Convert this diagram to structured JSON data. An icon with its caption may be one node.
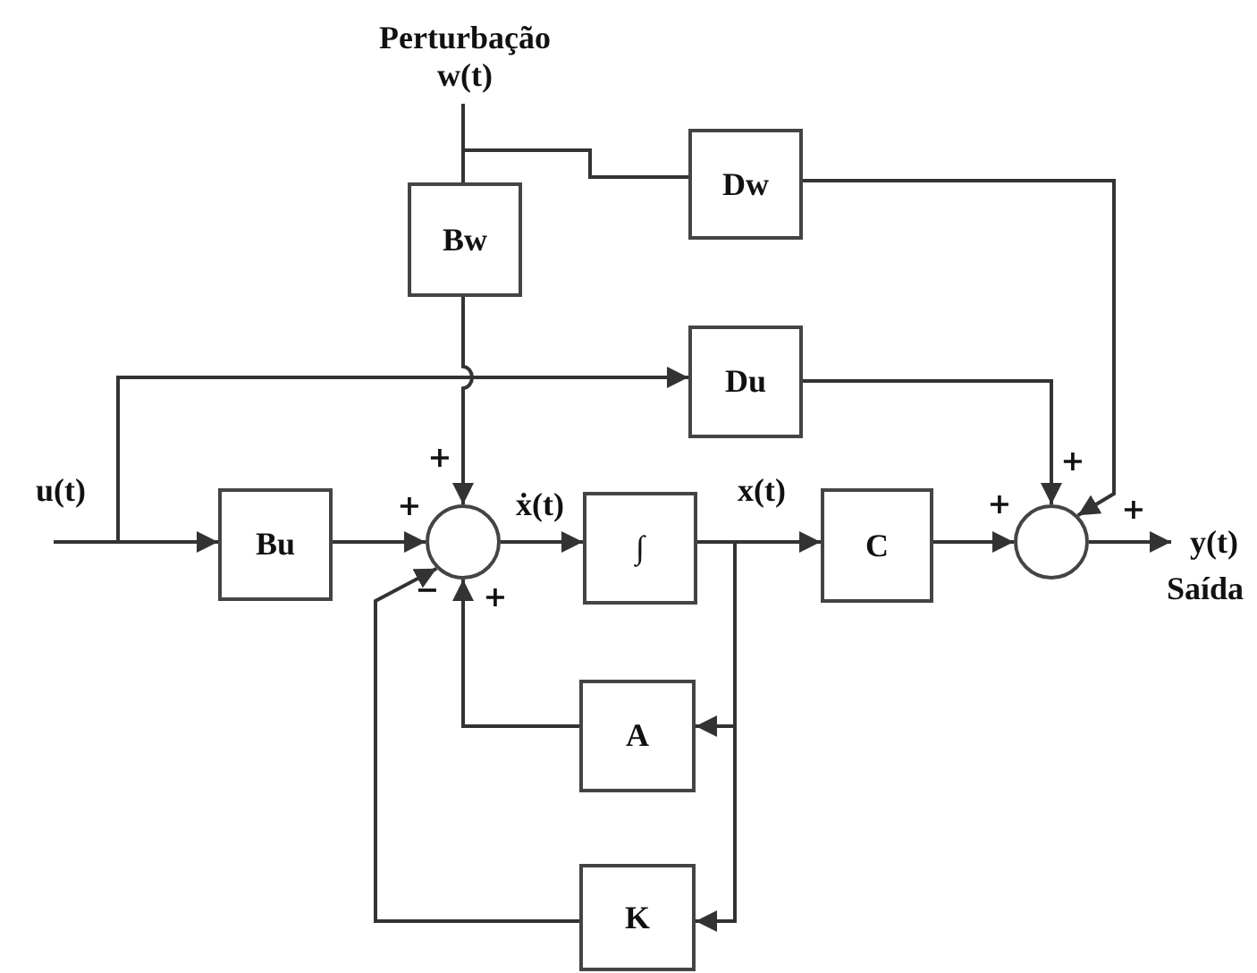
{
  "diagram": {
    "nodes": [
      {
        "text": [
          "Perturbação",
          "w(t)"
        ]
      },
      {
        "text": [
          "Dw"
        ]
      },
      {
        "text": [
          "Bw"
        ]
      },
      {
        "text": [
          "Du"
        ]
      },
      {
        "text": [
          "u(t)"
        ]
      },
      {
        "text": [
          "Bu"
        ]
      },
      {
        "text": [],
        "shape": "circle"
      },
      {
        "text": [
          "∫"
        ]
      },
      {
        "text": [
          "C"
        ]
      },
      {
        "text": [],
        "shape": "circle"
      },
      {
        "text": [
          "y(t)"
        ]
      },
      {
        "text": [
          "A"
        ]
      },
      {
        "text": [
          "K"
        ]
      }
    ],
    "edges": [
      {
        "from": 0,
        "to": 2,
        "arrow": "none"
      },
      {
        "from": 0,
        "to": 1,
        "arrow": "none"
      },
      {
        "from": 2,
        "to": 6,
        "arrow": "to"
      },
      {
        "from": 4,
        "to": 5,
        "arrow": "to"
      },
      {
        "from": 4,
        "to": 3,
        "arrow": "to"
      },
      {
        "from": 5,
        "to": 6,
        "arrow": "to"
      },
      {
        "from": 6,
        "to": 7,
        "arrow": "to"
      },
      {
        "from": 7,
        "to": 8,
        "arrow": "to"
      },
      {
        "from": 7,
        "to": 11,
        "arrow": "to"
      },
      {
        "from": 7,
        "to": 12,
        "arrow": "to"
      },
      {
        "from": 11,
        "to": 6,
        "arrow": "to"
      },
      {
        "from": 12,
        "to": 6,
        "arrow": "to"
      },
      {
        "from": 8,
        "to": 9,
        "arrow": "to"
      },
      {
        "from": 3,
        "to": 9,
        "arrow": "to"
      },
      {
        "from": 1,
        "to": 9,
        "arrow": "to"
      },
      {
        "from": 9,
        "to": 10,
        "arrow": "to"
      }
    ],
    "labels": [
      "+",
      "+",
      "+",
      "ẋ(t)",
      "x(t)",
      "+",
      "+",
      "−",
      "+",
      "Saída"
    ]
  }
}
